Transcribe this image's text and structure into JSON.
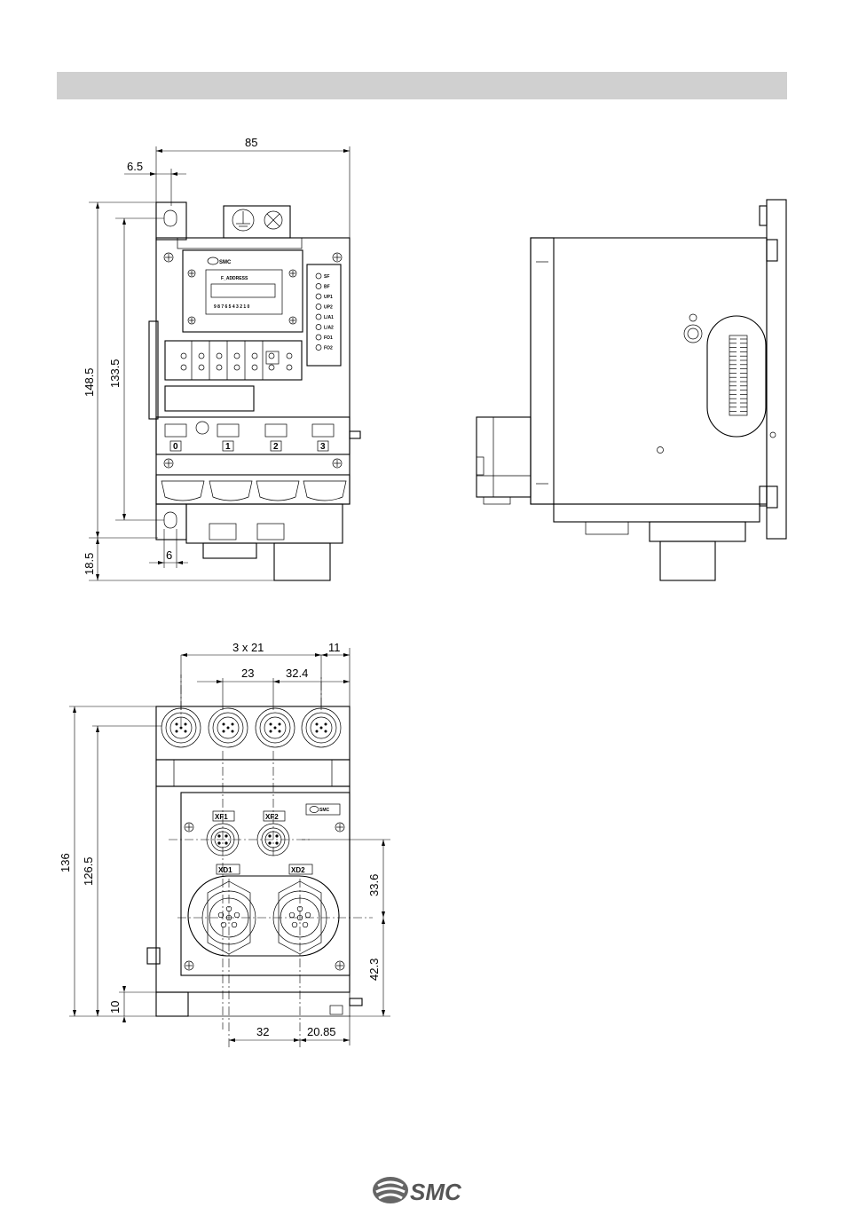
{
  "dimensions": {
    "front": {
      "width": "85",
      "offset": "6.5",
      "height_total": "148.5",
      "height_mount": "133.5",
      "bottom": "18.5",
      "hole_offset": "6"
    },
    "bottom": {
      "pitch": "3 x 21",
      "edge": "11",
      "xf_gap": "23",
      "xf_offset": "32.4",
      "height_total": "136",
      "height_inner": "126.5",
      "base": "10",
      "xd_upper": "33.6",
      "xd_lower": "42.3",
      "xd_pitch": "32",
      "xd_offset": "20.85"
    }
  },
  "labels": {
    "address": "F_ADDRESS",
    "address_digits": "9 8 7 6 5 4 3 2 1 0",
    "leds": [
      "SF",
      "BF",
      "UP1",
      "UP2",
      "L/A1",
      "L/A2",
      "FO1",
      "FO2"
    ],
    "channels": [
      "0",
      "1",
      "2",
      "3"
    ],
    "xf1": "XF1",
    "xf2": "XF2",
    "xd1": "XD1",
    "xd2": "XD2",
    "brand_small": "SMC"
  },
  "footer": {
    "logo": "SMC"
  }
}
